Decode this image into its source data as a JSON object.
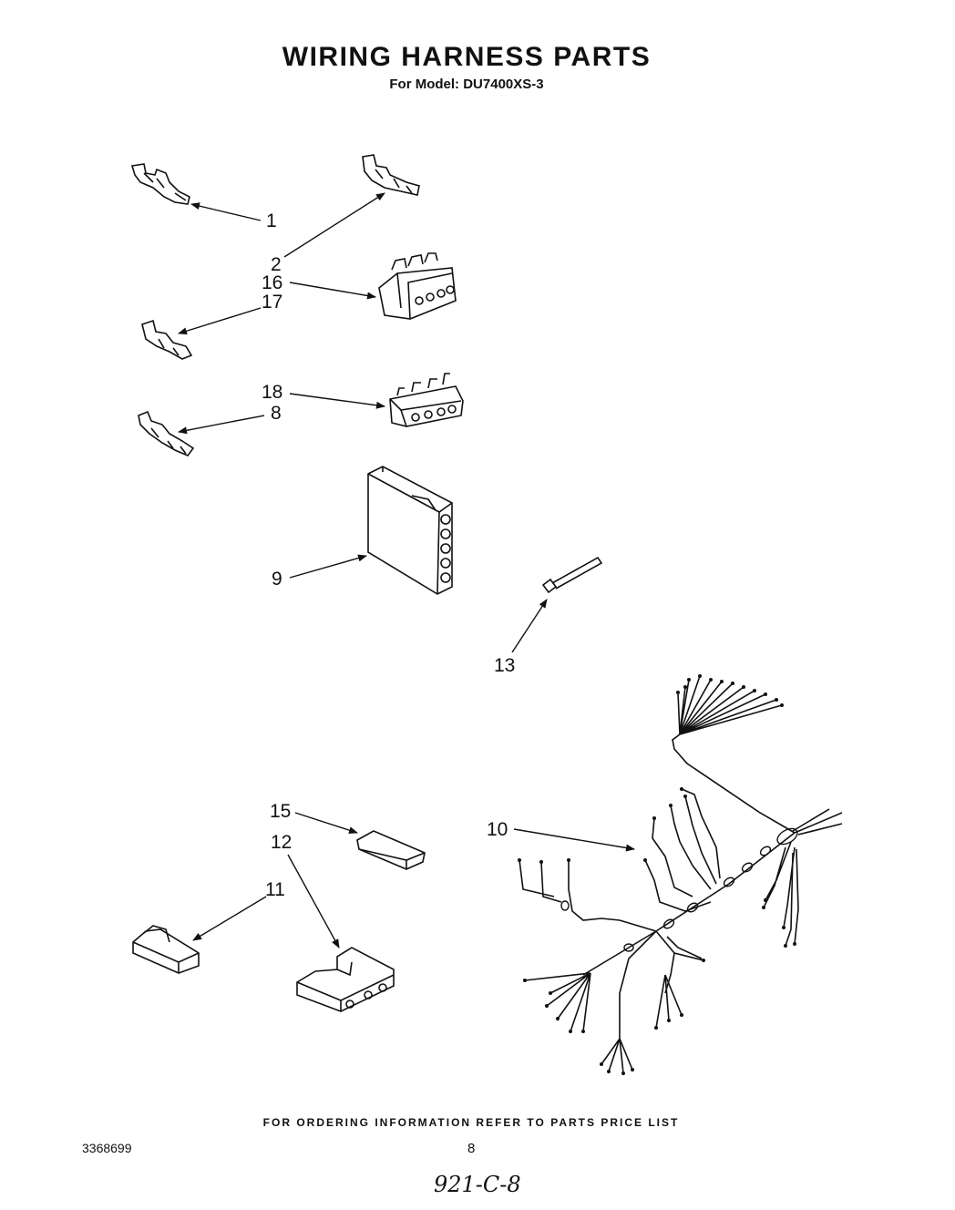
{
  "header": {
    "title": "WIRING HARNESS PARTS",
    "subtitle": "For Model: DU7400XS-3"
  },
  "callouts": {
    "c1": "1",
    "c2": "2",
    "c16": "16",
    "c17": "17",
    "c18": "18",
    "c8": "8",
    "c9": "9",
    "c13": "13",
    "c15": "15",
    "c12": "12",
    "c11": "11",
    "c10": "10"
  },
  "footer": {
    "ordering_note": "FOR ORDERING INFORMATION REFER TO PARTS PRICE LIST",
    "document_number": "3368699",
    "page_number": "8",
    "handwritten_note": "921-C-8"
  }
}
